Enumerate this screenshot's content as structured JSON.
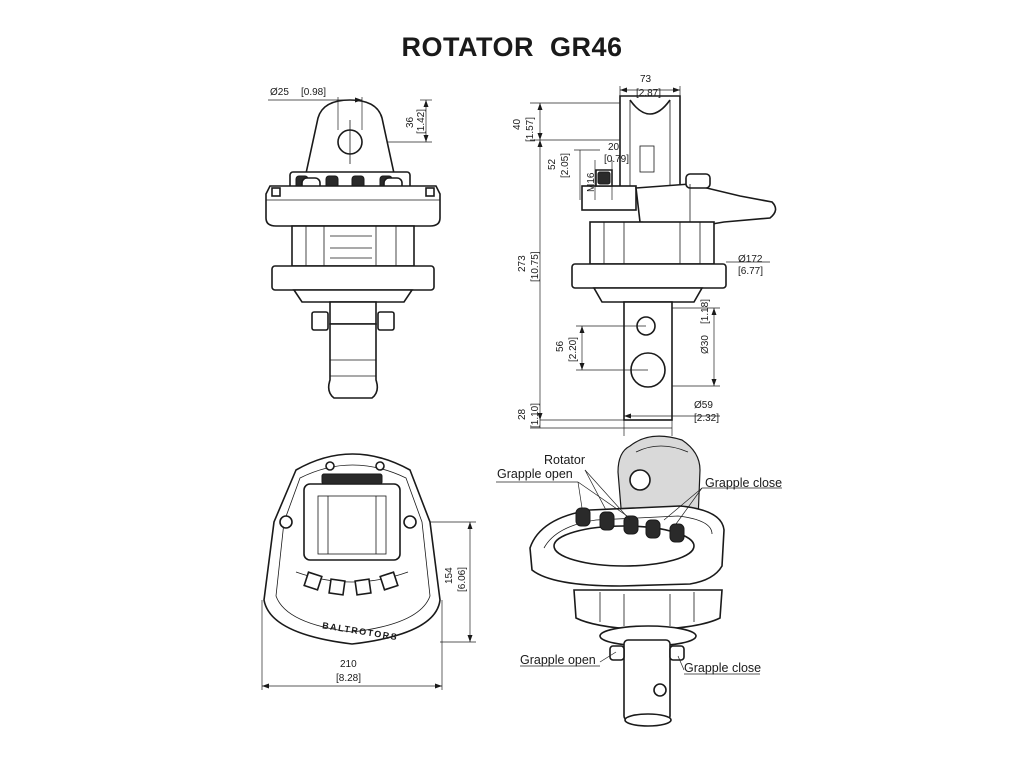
{
  "title": "ROTATOR  GR46",
  "dimensions": {
    "pin_diameter": "Ø25",
    "pin_diameter_in": "[0.98]",
    "top_height": "36",
    "top_height_in": "[1.42]",
    "width_top": "73",
    "width_top_in": "[2.87]",
    "lug_height": "40",
    "lug_height_in": "[1.57]",
    "port_offset": "52",
    "port_offset_in": "[2.05]",
    "port_spacing": "20",
    "port_spacing_in": "[0.79]",
    "port_thread": "M16",
    "overall_height": "273",
    "overall_height_in": "[10.75]",
    "body_diameter": "Ø172",
    "body_diameter_in": "[6.77]",
    "shaft_hole_spacing": "56",
    "shaft_hole_spacing_in": "[2.20]",
    "shaft_hole": "Ø30",
    "shaft_hole_in": "[1.18]",
    "shaft_end": "28",
    "shaft_end_in": "[1.10]",
    "shaft_diameter": "Ø59",
    "shaft_diameter_in": "[2.32]",
    "bottom_height": "154",
    "bottom_height_in": "[6.06]",
    "bottom_width": "210",
    "bottom_width_in": "[8.28]"
  },
  "callouts": {
    "rotator": "Rotator",
    "grapple_open_top": "Grapple open",
    "grapple_close_top": "Grapple close",
    "grapple_open_bottom": "Grapple open",
    "grapple_close_bottom": "Grapple close"
  },
  "brand_mark": "BALTROTORS"
}
